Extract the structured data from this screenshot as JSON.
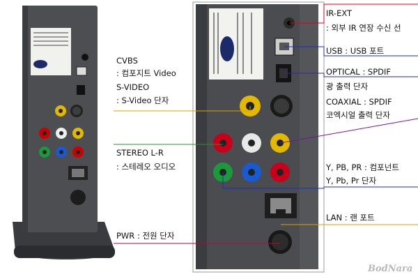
{
  "labels": {
    "cvbs": "CVBS",
    "cvbs_desc": ": 컴포지트 Video",
    "svideo": "S-VIDEO",
    "svideo_desc": ": S-Video 단자",
    "stereo": "STEREO L-R",
    "stereo_desc": ": 스테레오 오디오",
    "pwr": "PWR : 전원 단자",
    "irext": "IR-EXT",
    "irext_desc": ": 외부 IR 연장 수신 선",
    "usb": "USB : USB 포트",
    "optical": "OPTICAL : SPDIF",
    "optical_desc": "광 출력 단자",
    "coaxial": "COAXIAL : SPDIF",
    "coaxial_desc": "코엑시얼 출력 단자",
    "ypbpr": "Y, PB, PR : 컴포넌트",
    "ypbpr_desc": "Y, Pb, Pr 단자",
    "lan": "LAN : 랜 포트"
  },
  "watermark": "BodNara",
  "colors": {
    "device_body": "#4a4c50",
    "device_dark": "#2f3034",
    "line_cvbs": "#d9a400",
    "line_stereo": "#2e8b2e",
    "line_pwr": "#c0003c",
    "line_irext": "#e00020",
    "line_usb": "#1a2fbf",
    "line_optical": "#2a2aa0",
    "line_coaxial": "#6a1a9a",
    "line_ypbpr": "#1a2fbf",
    "line_lan": "#e0a000"
  }
}
